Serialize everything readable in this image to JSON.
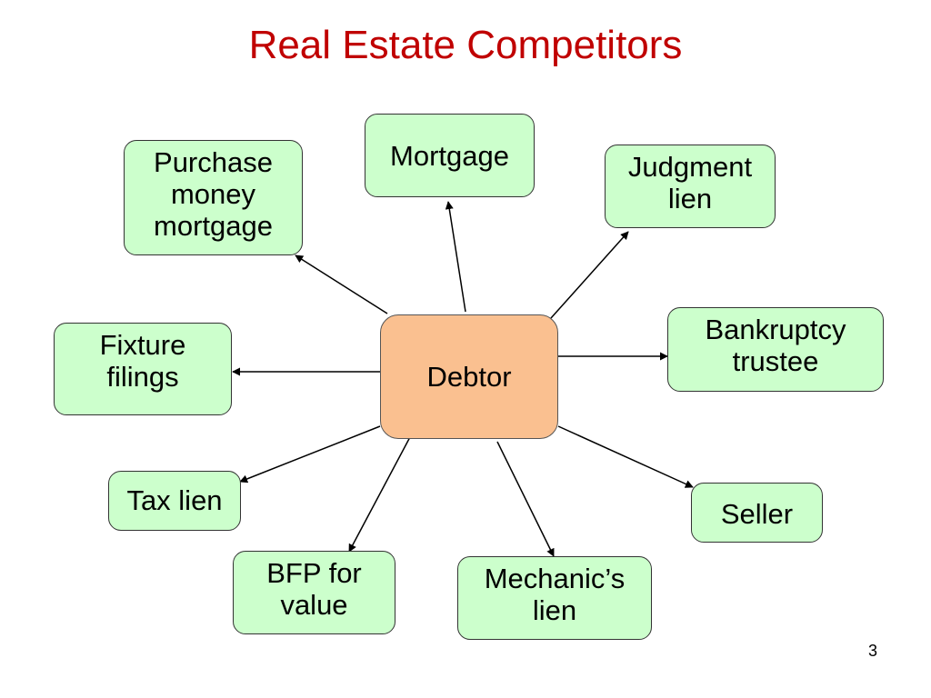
{
  "title": "Real Estate Competitors",
  "page_number": "3",
  "colors": {
    "title": "#c00000",
    "node_fill": "#ccffcc",
    "center_fill": "#fac090",
    "border": "#333333"
  },
  "diagram": {
    "center": {
      "id": "debtor",
      "label": "Debtor"
    },
    "nodes": [
      {
        "id": "purchase-money-mortgage",
        "label": "Purchase\nmoney\nmortgage"
      },
      {
        "id": "mortgage",
        "label": "Mortgage"
      },
      {
        "id": "judgment-lien",
        "label": "Judgment\nlien"
      },
      {
        "id": "fixture-filings",
        "label": "Fixture\nfilings"
      },
      {
        "id": "bankruptcy-trustee",
        "label": "Bankruptcy\ntrustee"
      },
      {
        "id": "tax-lien",
        "label": "Tax lien"
      },
      {
        "id": "seller",
        "label": "Seller"
      },
      {
        "id": "bfp-for-value",
        "label": "BFP for\nvalue"
      },
      {
        "id": "mechanics-lien",
        "label": "Mechanic’s\nlien"
      }
    ],
    "edges": [
      {
        "from": "debtor",
        "to": "purchase-money-mortgage"
      },
      {
        "from": "debtor",
        "to": "mortgage"
      },
      {
        "from": "debtor",
        "to": "judgment-lien"
      },
      {
        "from": "debtor",
        "to": "fixture-filings"
      },
      {
        "from": "debtor",
        "to": "bankruptcy-trustee"
      },
      {
        "from": "debtor",
        "to": "tax-lien"
      },
      {
        "from": "debtor",
        "to": "seller"
      },
      {
        "from": "debtor",
        "to": "bfp-for-value"
      },
      {
        "from": "debtor",
        "to": "mechanics-lien"
      }
    ]
  }
}
